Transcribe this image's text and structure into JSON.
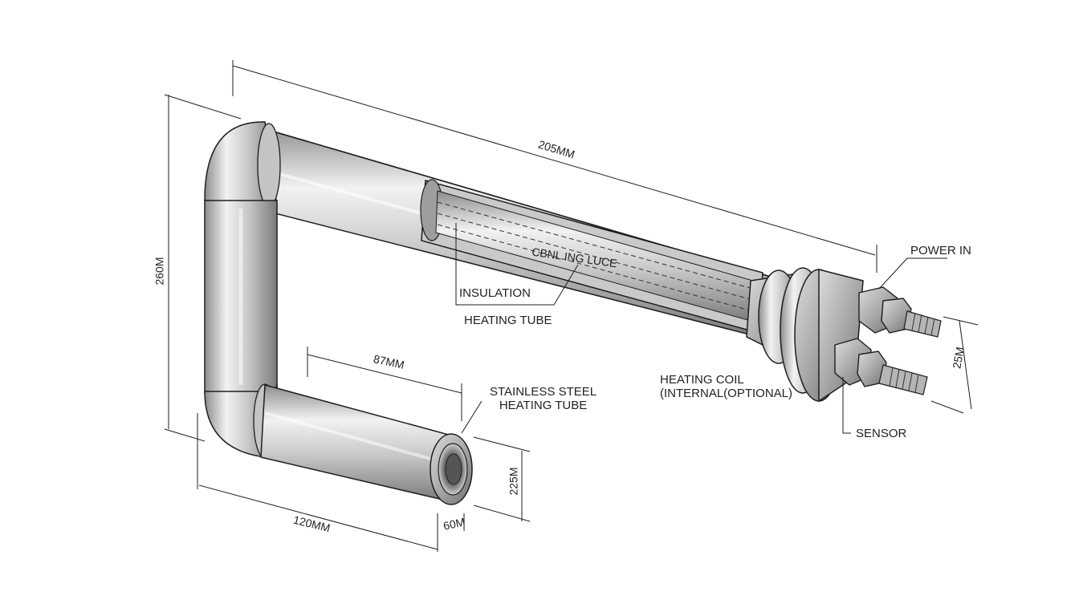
{
  "labels": {
    "power_in": "POWER IN",
    "cbl_ing_luce": "CBNL ING LUCE",
    "insulation": "INSULATION",
    "heating_tube": "HEATING TUBE",
    "stainless_steel_heating_tube": "STAINLESS STEEL\nHEATING TUBE",
    "heating_coil": "HEATING COIL\n(INTERNAL(OPTIONAL)",
    "sensor": "SENSOR"
  },
  "dimensions": {
    "overall_length": "205MM",
    "height": "260M",
    "lower_leg": "87MM",
    "bottom_length": "120MM",
    "end_diameter": "225M",
    "end_width": "60M",
    "terminal_spacing": "25M"
  },
  "colors": {
    "steel_light": "#e8e8e8",
    "steel_mid": "#b9b9b9",
    "steel_dark": "#7a7a7a",
    "line": "#1e1e1e"
  }
}
